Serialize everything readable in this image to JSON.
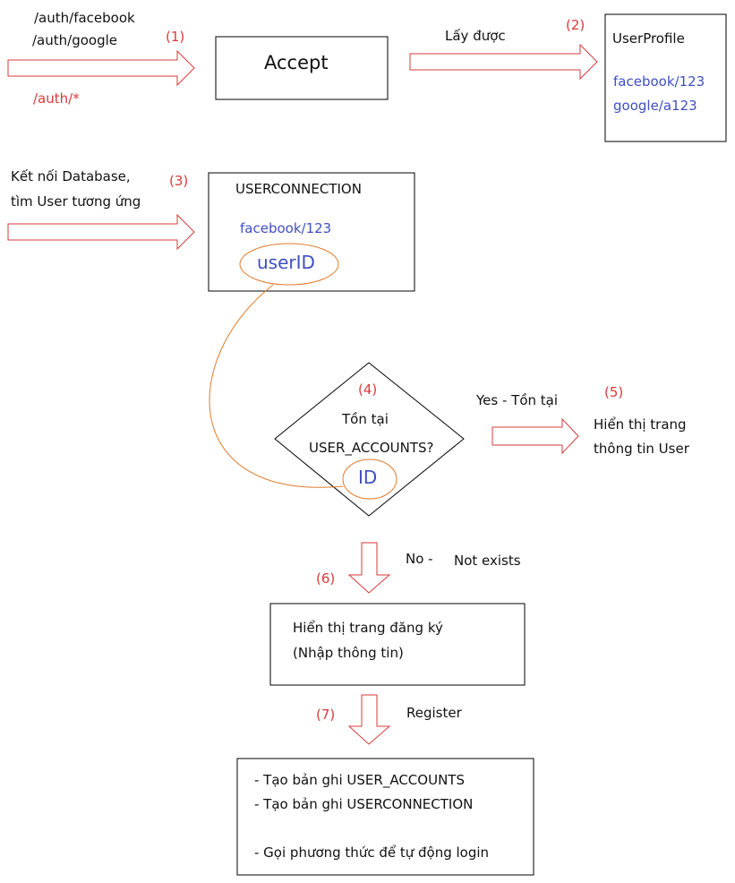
{
  "routes": {
    "line1": "/auth/facebook",
    "line2": "/auth/google",
    "wildcard": "/auth/*"
  },
  "steps": {
    "s1": "(1)",
    "s2": "(2)",
    "s3": "(3)",
    "s4": "(4)",
    "s5": "(5)",
    "s6": "(6)",
    "s7": "(7)"
  },
  "accept_box": {
    "label": "Accept"
  },
  "get_label": "Lấy được",
  "userprofile": {
    "title": "UserProfile",
    "item1": "facebook/123",
    "item2": "google/a123"
  },
  "connect_note": {
    "line1": "Kết nối Database,",
    "line2": "tìm User tương ứng"
  },
  "userconnection": {
    "title": "USERCONNECTION",
    "item": "facebook/123",
    "userid": "userID"
  },
  "decision": {
    "line1": "Tồn tại",
    "line2": "USER_ACCOUNTS?",
    "id": "ID"
  },
  "yes_label": "Yes - Tồn tại",
  "user_info": {
    "line1": "Hiển thị trang",
    "line2": "thông tin User"
  },
  "no_label": {
    "no": "No -",
    "not_exists": "Not exists"
  },
  "register_page": {
    "line1": "Hiển thị trang đăng ký",
    "line2": "(Nhập thông tin)"
  },
  "register_label": "Register",
  "final_box": {
    "line1": "- Tạo bản ghi USER_ACCOUNTS",
    "line2": "- Tạo bản ghi USERCONNECTION",
    "line3": "- Gọi phương thức để tự động login"
  },
  "colors": {
    "arrow": "#d73a3a",
    "link": "#e07b2a",
    "blue_text": "#3f4fc0",
    "box": "#000000"
  }
}
